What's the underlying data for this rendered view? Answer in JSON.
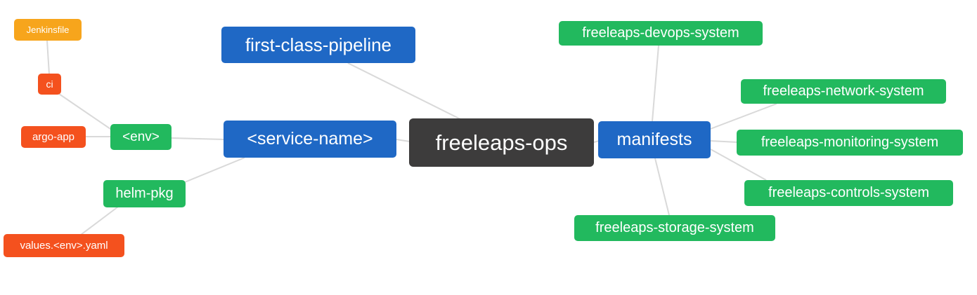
{
  "diagram": {
    "colors": {
      "root": "#3d3c3c",
      "primary": "#1f68c5",
      "green": "#22b95e",
      "red": "#f4511e",
      "orange": "#f7a51c",
      "edge": "#d9d9d9"
    },
    "nodes": {
      "root": "freeleaps-ops",
      "first_class_pipeline": "first-class-pipeline",
      "service_name": "<service-name>",
      "manifests": "manifests",
      "env": "<env>",
      "helm_pkg": "helm-pkg",
      "ci": "ci",
      "argo_app": "argo-app",
      "jenkinsfile": "Jenkinsfile",
      "values_env_yaml": "values.<env>.yaml",
      "devops_system": "freeleaps-devops-system",
      "network_system": "freeleaps-network-system",
      "monitoring_system": "freeleaps-monitoring-system",
      "controls_system": "freeleaps-controls-system",
      "storage_system": "freeleaps-storage-system"
    },
    "edges": [
      {
        "from": "jenkinsfile",
        "to": "ci"
      },
      {
        "from": "ci",
        "to": "env"
      },
      {
        "from": "argo_app",
        "to": "env"
      },
      {
        "from": "env",
        "to": "service_name"
      },
      {
        "from": "helm_pkg",
        "to": "service_name"
      },
      {
        "from": "values_env_yaml",
        "to": "helm_pkg"
      },
      {
        "from": "first_class_pipeline",
        "to": "root"
      },
      {
        "from": "service_name",
        "to": "root"
      },
      {
        "from": "root",
        "to": "manifests"
      },
      {
        "from": "manifests",
        "to": "devops_system"
      },
      {
        "from": "manifests",
        "to": "network_system"
      },
      {
        "from": "manifests",
        "to": "monitoring_system"
      },
      {
        "from": "manifests",
        "to": "controls_system"
      },
      {
        "from": "manifests",
        "to": "storage_system"
      }
    ]
  }
}
